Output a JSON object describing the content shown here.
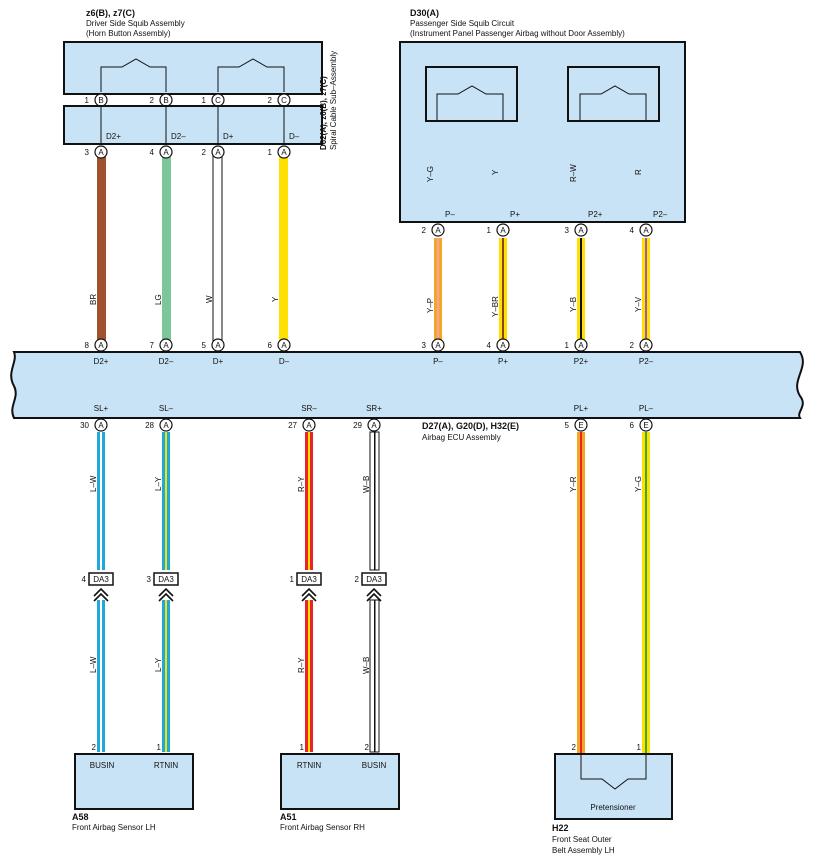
{
  "components": {
    "driver_squib": {
      "code": "z6(B), z7(C)",
      "name1": "Driver Side Squib Assembly",
      "name2": "(Horn Button Assembly)"
    },
    "spiral_cable": {
      "code": "D62(A), z6(B), z7(C)",
      "name": "Spiral Cable Sub–Assembly"
    },
    "passenger_squib": {
      "code": "D30(A)",
      "name1": "Passenger Side Squib Circuit",
      "name2": "(Instrument Panel Passenger Airbag without Door Assembly)"
    },
    "ecu": {
      "code": "D27(A), G20(D), H32(E)",
      "name": "Airbag ECU Assembly"
    },
    "sensor_lh": {
      "code": "A58",
      "name": "Front Airbag Sensor LH"
    },
    "sensor_rh": {
      "code": "A51",
      "name": "Front Airbag Sensor RH"
    },
    "pretensioner": {
      "code": "H22",
      "name1": "Front Seat Outer",
      "name2": "Belt Assembly LH",
      "inner_label": "Pretensioner"
    }
  },
  "driver_pins": [
    {
      "num": "1",
      "conn": "B"
    },
    {
      "num": "2",
      "conn": "B"
    },
    {
      "num": "1",
      "conn": "C"
    },
    {
      "num": "2",
      "conn": "C"
    }
  ],
  "spiral_terms": [
    "D2+",
    "D2–",
    "D+",
    "D–"
  ],
  "spiral_pins": [
    {
      "num": "3",
      "conn": "A"
    },
    {
      "num": "4",
      "conn": "A"
    },
    {
      "num": "2",
      "conn": "A"
    },
    {
      "num": "1",
      "conn": "A"
    }
  ],
  "passenger_wires_inner": [
    "Y–G",
    "Y",
    "R–W",
    "R"
  ],
  "passenger_terms": [
    "P–",
    "P+",
    "P2+",
    "P2–"
  ],
  "passenger_pins": [
    {
      "num": "2",
      "conn": "A"
    },
    {
      "num": "1",
      "conn": "A"
    },
    {
      "num": "3",
      "conn": "A"
    },
    {
      "num": "4",
      "conn": "A"
    }
  ],
  "upper_wires": [
    "BR",
    "LG",
    "W",
    "Y",
    "Y–P",
    "Y–BR",
    "Y–B",
    "Y–V"
  ],
  "ecu_top_pins": [
    {
      "num": "8",
      "conn": "A",
      "term": "D2+"
    },
    {
      "num": "7",
      "conn": "A",
      "term": "D2–"
    },
    {
      "num": "5",
      "conn": "A",
      "term": "D+"
    },
    {
      "num": "6",
      "conn": "A",
      "term": "D–"
    },
    {
      "num": "3",
      "conn": "A",
      "term": "P–"
    },
    {
      "num": "4",
      "conn": "A",
      "term": "P+"
    },
    {
      "num": "1",
      "conn": "A",
      "term": "P2+"
    },
    {
      "num": "2",
      "conn": "A",
      "term": "P2–"
    }
  ],
  "ecu_bottom_pins": [
    {
      "num": "30",
      "conn": "A",
      "term": "SL+"
    },
    {
      "num": "28",
      "conn": "A",
      "term": "SL–"
    },
    {
      "num": "27",
      "conn": "A",
      "term": "SR–"
    },
    {
      "num": "29",
      "conn": "A",
      "term": "SR+"
    },
    {
      "num": "5",
      "conn": "E",
      "term": "PL+"
    },
    {
      "num": "6",
      "conn": "E",
      "term": "PL–"
    }
  ],
  "lower_wires_upper": [
    "L–W",
    "L–Y",
    "R–Y",
    "W–B",
    "Y–R",
    "Y–G"
  ],
  "lower_wires_lower": [
    "L–W",
    "L–Y",
    "R–Y",
    "W–B"
  ],
  "da3": [
    {
      "num": "4",
      "label": "DA3"
    },
    {
      "num": "3",
      "label": "DA3"
    },
    {
      "num": "1",
      "label": "DA3"
    },
    {
      "num": "2",
      "label": "DA3"
    }
  ],
  "bottom_pin_nums": [
    "2",
    "1",
    "1",
    "2",
    "2",
    "1"
  ],
  "sensor_lh_terms": [
    "BUSIN",
    "RTNIN"
  ],
  "sensor_rh_terms": [
    "RTNIN",
    "BUSIN"
  ],
  "colors": {
    "panel": "#c8e3f5",
    "brown": "#a0522d",
    "light_green": "#7cc79a",
    "yellow": "#ffe000",
    "red": "#e8232a",
    "blue": "#1fa8dc",
    "orange": "#f5a623",
    "pink": "#f4a0b0",
    "violet": "#9b59b6",
    "green": "#3aa935",
    "black": "#111111"
  }
}
